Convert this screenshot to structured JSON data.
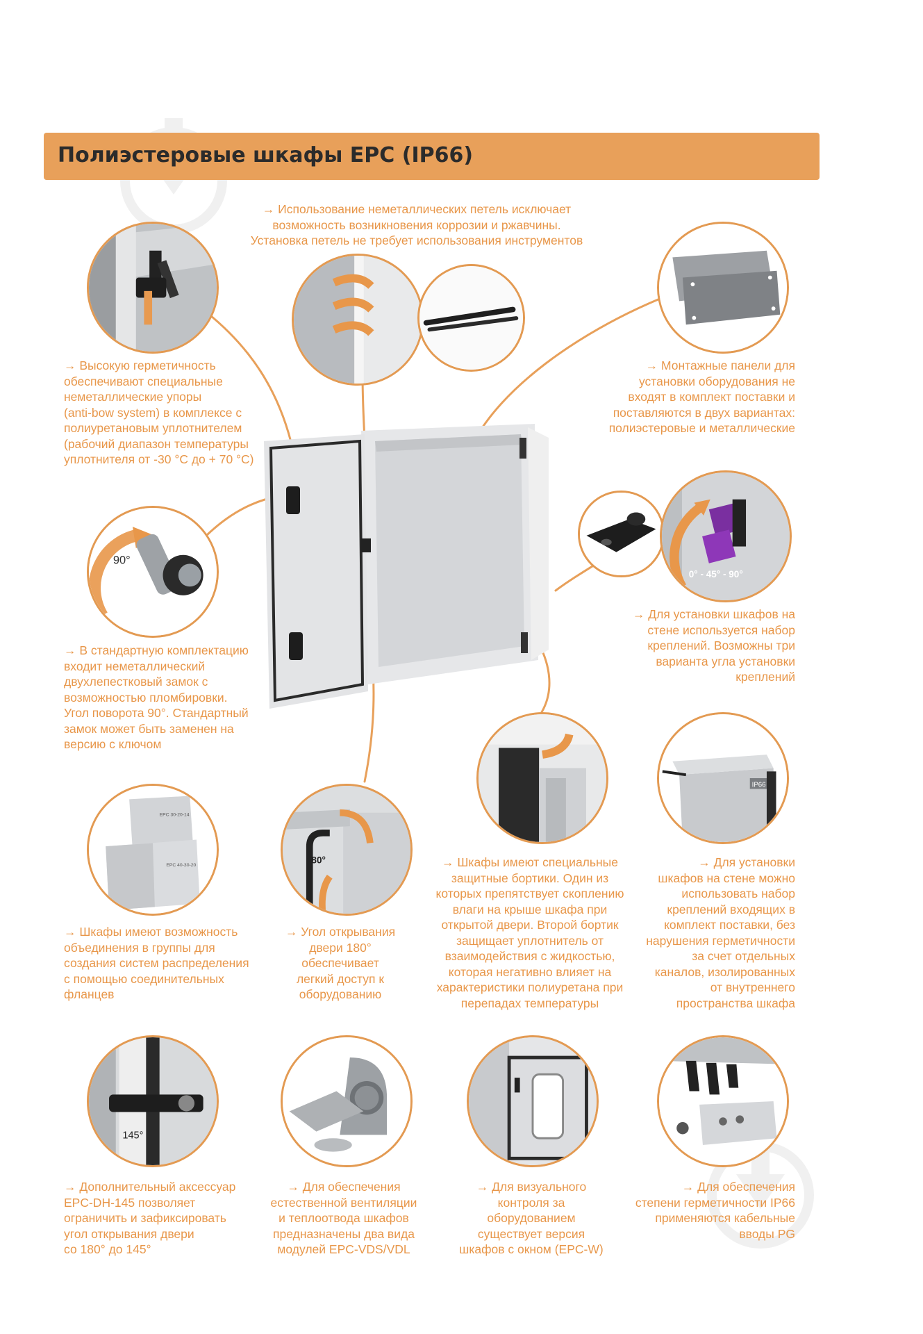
{
  "header": {
    "title": "Полиэстеровые шкафы EPC (IP66)",
    "accent_color": "#e8a05a",
    "text_color": "#e8974a"
  },
  "captions": {
    "hinges": [
      "→ Использование неметаллических петель исключает",
      "возможность возникновения коррозии и ржавчины.",
      "Установка петель не требует использования инструментов"
    ],
    "sealing": [
      "→ Высокую герметичность",
      "обеспечивают специальные",
      "неметаллические упоры",
      "(anti-bow system) в комплексе с",
      "полиуретановым уплотнителем",
      "(рабочий диапазон температуры",
      "уплотнителя от -30 °С до + 70 °С)"
    ],
    "panels": [
      "→ Монтажные панели для",
      "установки оборудования не",
      "входят в комплект поставки и",
      "поставляются в двух вариантах:",
      "полиэстеровые и металлические"
    ],
    "lock": [
      "→ В стандартную комплектацию",
      "входит неметаллический",
      "двухлепестковый замок с",
      "возможностью пломбировки.",
      "Угол поворота 90°. Стандартный",
      "замок может быть заменен на",
      "версию с ключом"
    ],
    "wall_mount": [
      "→ Для установки шкафов на",
      "стене используется набор",
      "креплений. Возможны три",
      "варианта угла установки",
      "креплений"
    ],
    "grouping": [
      "→ Шкафы имеют возможность",
      "объединения в группы для",
      "создания систем распределения",
      "с помощью соединительных",
      "фланцев"
    ],
    "opening": [
      "→ Угол открывания",
      "двери 180°",
      "обеспечивает",
      "легкий доступ к",
      "оборудованию"
    ],
    "rims": [
      "→ Шкафы имеют специальные",
      "защитные бортики. Один из",
      "которых препятствует скоплению",
      "влаги на крыше шкафа при",
      "открытой двери. Второй бортик",
      "защищает  уплотнитель от",
      "взаимодействия с жидкостью,",
      "которая негативно влияет на",
      "характеристики полиуретана при",
      "перепадах температуры"
    ],
    "wall_kit": [
      "→ Для установки",
      "шкафов на стене можно",
      "использовать набор",
      "креплений входящих  в",
      "комплект поставки, без",
      "нарушения герметичности",
      "за счет отдельных",
      "каналов, изолированных",
      "от внутреннего",
      "пространства шкафа"
    ],
    "limiter": [
      "→ Дополнительный аксессуар",
      "EPC-DH-145 позволяет",
      "ограничить и зафиксировать",
      "угол открывания двери",
      "со 180° до 145°"
    ],
    "ventilation": [
      "→ Для обеспечения",
      "естественной вентиляции",
      "и теплоотвода шкафов",
      "предназначены два вида",
      "модулей EPC-VDS/VDL"
    ],
    "window": [
      "→ Для визуального",
      "контроля за",
      "оборудованием",
      "существует версия",
      "шкафов с окном (EPC-W)"
    ],
    "glands": [
      "→ Для обеспечения",
      "степени герметичности IP66",
      "применяются кабельные",
      "вводы PG"
    ]
  },
  "labels": {
    "angle_90": "90°",
    "angle_range": "0° - 45° - 90°",
    "angle_180": "180°",
    "angle_145": "145°",
    "box_top": "EPC 30-20-14",
    "box_bottom": "EPC 40-30-20",
    "tag": "IP66"
  }
}
